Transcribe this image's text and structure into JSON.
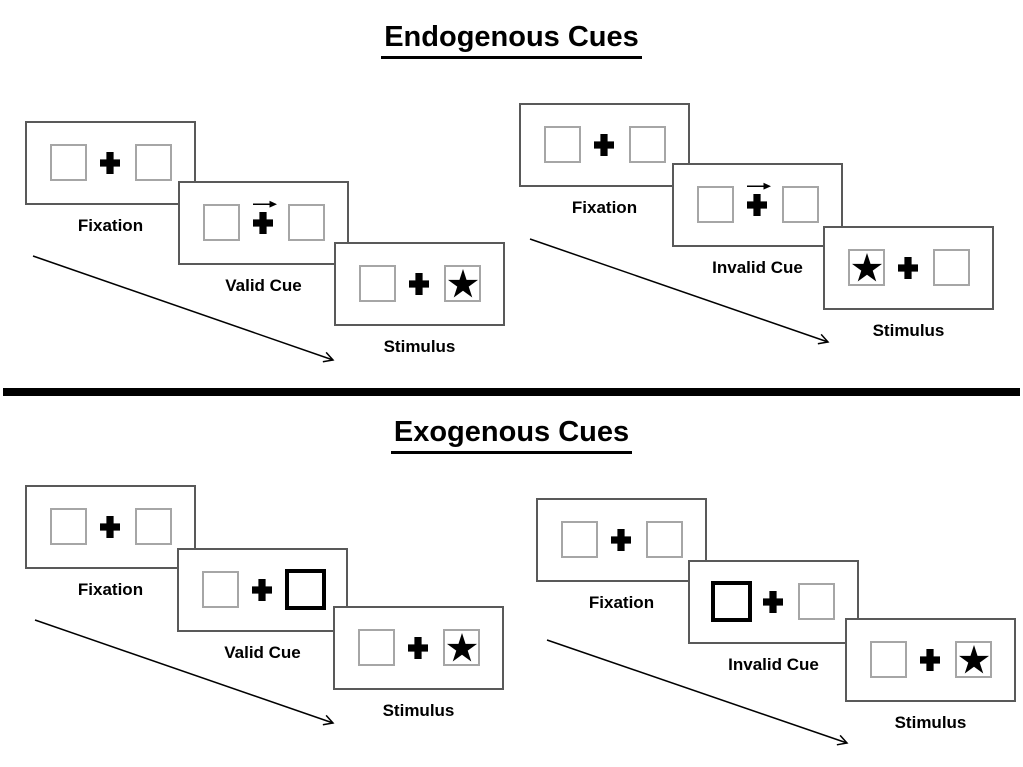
{
  "sections": [
    {
      "title": "Endogenous Cues",
      "sequences": [
        {
          "name": "valid",
          "cue": "central arrow pointing right",
          "stimulus_side": "right",
          "cards": [
            {
              "label": "Fixation"
            },
            {
              "label": "Valid Cue"
            },
            {
              "label": "Stimulus"
            }
          ]
        },
        {
          "name": "invalid",
          "cue": "central arrow pointing right",
          "stimulus_side": "left",
          "cards": [
            {
              "label": "Fixation"
            },
            {
              "label": "Invalid Cue"
            },
            {
              "label": "Stimulus"
            }
          ]
        }
      ]
    },
    {
      "title": "Exogenous Cues",
      "sequences": [
        {
          "name": "valid",
          "cue": "bold outlined box on right",
          "stimulus_side": "right",
          "cards": [
            {
              "label": "Fixation"
            },
            {
              "label": "Valid Cue"
            },
            {
              "label": "Stimulus"
            }
          ]
        },
        {
          "name": "invalid",
          "cue": "bold outlined box on left",
          "stimulus_side": "right",
          "cards": [
            {
              "label": "Fixation"
            },
            {
              "label": "Invalid Cue"
            },
            {
              "label": "Stimulus"
            }
          ]
        }
      ]
    }
  ],
  "colors": {
    "card_border": "#595959",
    "box_border": "#a6a6a6",
    "ink": "#000000"
  }
}
